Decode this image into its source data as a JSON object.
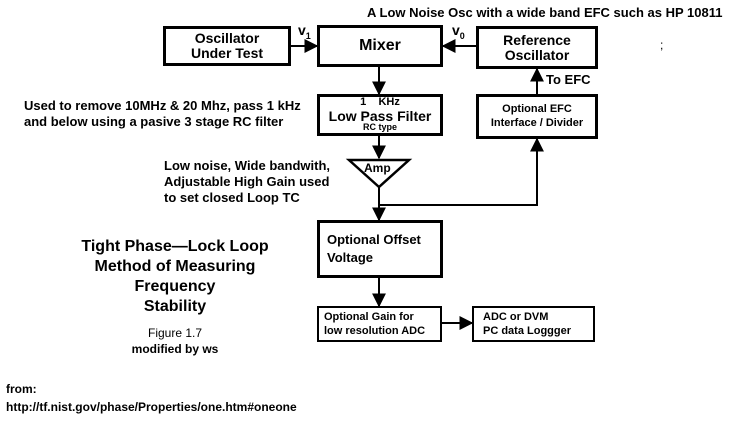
{
  "header_note": "A Low Noise Osc with a wide band EFC such as HP 10811",
  "stray_mark": ";",
  "blocks": {
    "osc_under_test": [
      "Oscillator",
      "Under Test"
    ],
    "mixer": "Mixer",
    "reference_osc": [
      "Reference",
      "Oscillator"
    ],
    "lpf": {
      "freq": "1    KHz",
      "name": "Low Pass Filter",
      "sub": "RC type"
    },
    "efc_divider": [
      "Optional EFC",
      "Interface / Divider"
    ],
    "amp": "Amp",
    "offset": [
      "Optional Offset",
      "Voltage"
    ],
    "gain": [
      "Optional  Gain for",
      "low resolution ADC"
    ],
    "adc": [
      "ADC or DVM",
      "PC data Loggger"
    ]
  },
  "signals": {
    "v1": "v",
    "v1_sub": "1",
    "v0": "v",
    "v0_sub": "0",
    "to_efc": "To EFC"
  },
  "notes": {
    "filter": [
      "Used to remove 10MHz & 20 Mhz, pass 1  kHz",
      "and below using a pasive 3 stage RC filter"
    ],
    "amp": [
      "Low noise, Wide bandwith,",
      "Adjustable High Gain used",
      "to set closed Loop TC"
    ]
  },
  "title_lines": [
    "Tight Phase—Lock Loop",
    "Method of Measuring",
    "Frequency",
    "Stability"
  ],
  "figure_caption": [
    "Figure 1.7",
    "modified by ws"
  ],
  "source": [
    "from:",
    "http://tf.nist.gov/phase/Properties/one.htm#oneone"
  ]
}
